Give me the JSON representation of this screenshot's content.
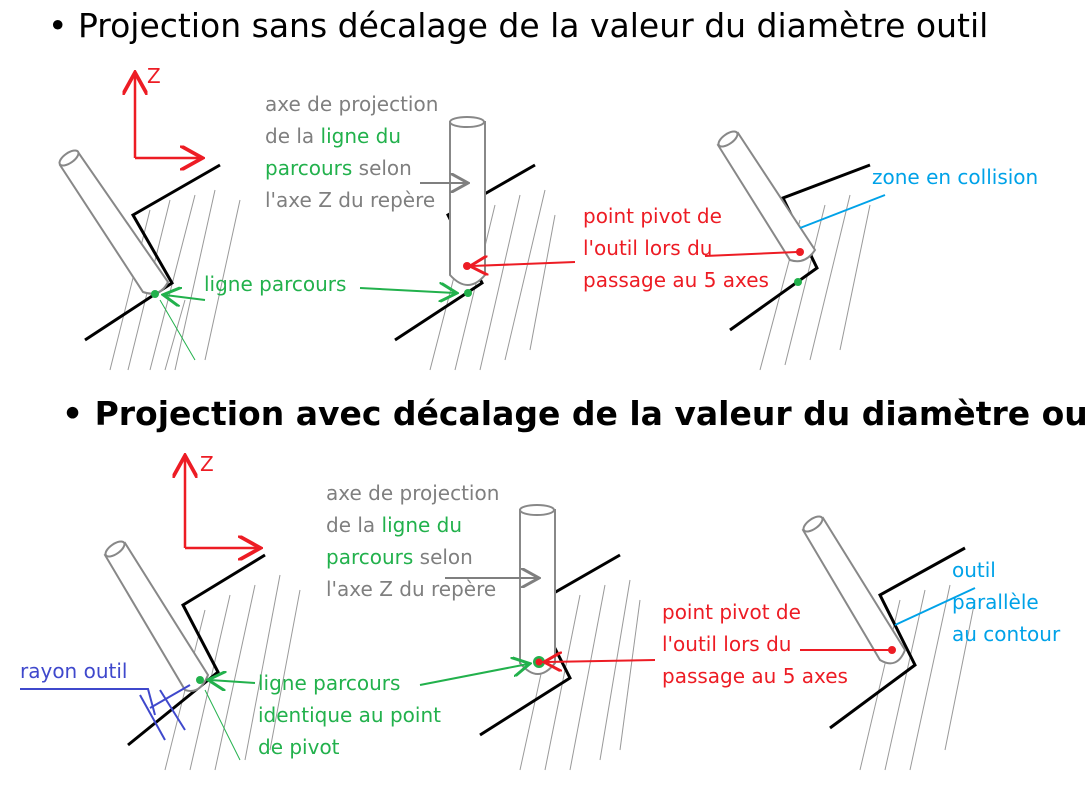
{
  "section1": {
    "title": "• Projection sans décalage de la valeur du diamètre outil",
    "axis_label": "Z",
    "projection_axis": [
      "axe de projection",
      "de la ",
      "ligne du",
      "parcours",
      " selon",
      "l'axe Z du repère"
    ],
    "path_line": "ligne parcours",
    "pivot": [
      "point pivot de",
      "l'outil lors du",
      "passage au 5 axes"
    ],
    "collision": "zone en collision"
  },
  "section2": {
    "title": "• Projection avec décalage de la valeur du diamètre outil",
    "axis_label": "Z",
    "projection_axis": [
      "axe de projection",
      "de la ",
      "ligne du",
      "parcours",
      " selon",
      "l'axe Z du repère"
    ],
    "tool_radius": "rayon  outil",
    "path_line": [
      "ligne parcours",
      "identique au point",
      "de pivot"
    ],
    "pivot": [
      "point pivot de",
      "l'outil lors du",
      "passage au 5 axes"
    ],
    "parallel": [
      "outil",
      "parallèle",
      "au contour"
    ]
  },
  "colors": {
    "red": "#ed1c24",
    "green": "#22b14c",
    "blue": "#00a2e8",
    "gray": "#7f7f7f",
    "navy": "#3f48cc"
  }
}
